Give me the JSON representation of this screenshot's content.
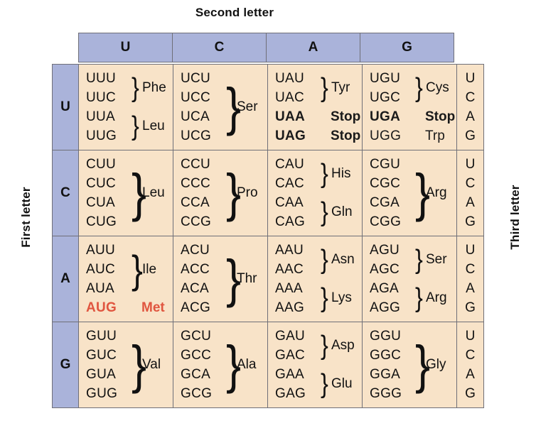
{
  "captions": {
    "second_letter": "Second letter",
    "first_letter": "First letter",
    "third_letter": "Third letter"
  },
  "colors": {
    "header_blue": "#aab3da",
    "cell_cream": "#f8e3c8",
    "border_gray": "#6f6f78",
    "start_codon_red": "#e0553f",
    "text": "#111111"
  },
  "column_headers": [
    "U",
    "C",
    "A",
    "G"
  ],
  "row_labels": [
    "U",
    "C",
    "A",
    "G"
  ],
  "third_letters": [
    "U",
    "C",
    "A",
    "G"
  ],
  "cells": {
    "UU": {
      "groups": [
        {
          "codons": [
            "UUU",
            "UUC"
          ],
          "amino_acid": "Phe",
          "brace": true
        },
        {
          "codons": [
            "UUA",
            "UUG"
          ],
          "amino_acid": "Leu",
          "brace": true
        }
      ]
    },
    "UC": {
      "groups": [
        {
          "codons": [
            "UCU",
            "UCC",
            "UCA",
            "UCG"
          ],
          "amino_acid": "Ser",
          "brace": true,
          "tall": true
        }
      ]
    },
    "UA": {
      "groups": [
        {
          "codons": [
            "UAU",
            "UAC"
          ],
          "amino_acid": "Tyr",
          "brace": true
        }
      ],
      "plain": [
        {
          "codon": "UAA",
          "label": "Stop",
          "bold": true
        },
        {
          "codon": "UAG",
          "label": "Stop",
          "bold": true
        }
      ]
    },
    "UG": {
      "groups": [
        {
          "codons": [
            "UGU",
            "UGC"
          ],
          "amino_acid": "Cys",
          "brace": true
        }
      ],
      "plain": [
        {
          "codon": "UGA",
          "label": "Stop",
          "bold": true
        },
        {
          "codon": "UGG",
          "label": "Trp",
          "bold": false
        }
      ]
    },
    "CU": {
      "groups": [
        {
          "codons": [
            "CUU",
            "CUC",
            "CUA",
            "CUG"
          ],
          "amino_acid": "Leu",
          "brace": true,
          "tall": true
        }
      ]
    },
    "CC": {
      "groups": [
        {
          "codons": [
            "CCU",
            "CCC",
            "CCA",
            "CCG"
          ],
          "amino_acid": "Pro",
          "brace": true,
          "tall": true
        }
      ]
    },
    "CA": {
      "groups": [
        {
          "codons": [
            "CAU",
            "CAC"
          ],
          "amino_acid": "His",
          "brace": true
        },
        {
          "codons": [
            "CAA",
            "CAG"
          ],
          "amino_acid": "Gln",
          "brace": true
        }
      ]
    },
    "CG": {
      "groups": [
        {
          "codons": [
            "CGU",
            "CGC",
            "CGA",
            "CGG"
          ],
          "amino_acid": "Arg",
          "brace": true,
          "tall": true
        }
      ]
    },
    "AU": {
      "groups": [
        {
          "codons": [
            "AUU",
            "AUC",
            "AUA"
          ],
          "amino_acid": "Ile",
          "brace": true
        }
      ],
      "plain": [
        {
          "codon": "AUG",
          "label": "Met",
          "start": true
        }
      ]
    },
    "AC": {
      "groups": [
        {
          "codons": [
            "ACU",
            "ACC",
            "ACA",
            "ACG"
          ],
          "amino_acid": "Thr",
          "brace": true,
          "tall": true
        }
      ]
    },
    "AA": {
      "groups": [
        {
          "codons": [
            "AAU",
            "AAC"
          ],
          "amino_acid": "Asn",
          "brace": true
        },
        {
          "codons": [
            "AAA",
            "AAG"
          ],
          "amino_acid": "Lys",
          "brace": true
        }
      ]
    },
    "AG": {
      "groups": [
        {
          "codons": [
            "AGU",
            "AGC"
          ],
          "amino_acid": "Ser",
          "brace": true
        },
        {
          "codons": [
            "AGA",
            "AGG"
          ],
          "amino_acid": "Arg",
          "brace": true
        }
      ]
    },
    "GU": {
      "groups": [
        {
          "codons": [
            "GUU",
            "GUC",
            "GUA",
            "GUG"
          ],
          "amino_acid": "Val",
          "brace": true,
          "tall": true
        }
      ]
    },
    "GC": {
      "groups": [
        {
          "codons": [
            "GCU",
            "GCC",
            "GCA",
            "GCG"
          ],
          "amino_acid": "Ala",
          "brace": true,
          "tall": true
        }
      ]
    },
    "GA": {
      "groups": [
        {
          "codons": [
            "GAU",
            "GAC"
          ],
          "amino_acid": "Asp",
          "brace": true
        },
        {
          "codons": [
            "GAA",
            "GAG"
          ],
          "amino_acid": "Glu",
          "brace": true
        }
      ]
    },
    "GG": {
      "groups": [
        {
          "codons": [
            "GGU",
            "GGC",
            "GGA",
            "GGG"
          ],
          "amino_acid": "Gly",
          "brace": true,
          "tall": true
        }
      ]
    }
  },
  "brace_glyph": "}"
}
